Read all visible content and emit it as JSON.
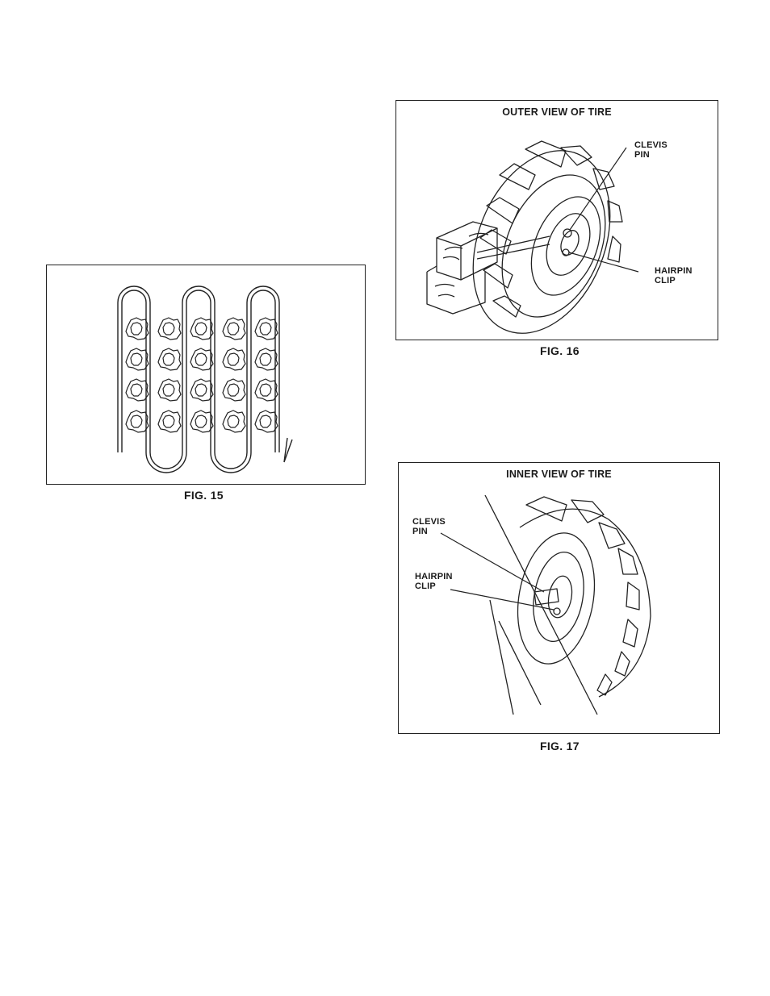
{
  "fig15": {
    "caption": "FIG. 15"
  },
  "fig16": {
    "title": "OUTER VIEW OF TIRE",
    "caption": "FIG. 16",
    "labels": {
      "clevis_line1": "CLEVIS",
      "clevis_line2": "PIN",
      "hairpin_line1": "HAIRPIN",
      "hairpin_line2": "CLIP"
    }
  },
  "fig17": {
    "title": "INNER VIEW OF TIRE",
    "caption": "FIG. 17",
    "labels": {
      "clevis_line1": "CLEVIS",
      "clevis_line2": "PIN",
      "hairpin_line1": "HAIRPIN",
      "hairpin_line2": "CLIP"
    }
  }
}
